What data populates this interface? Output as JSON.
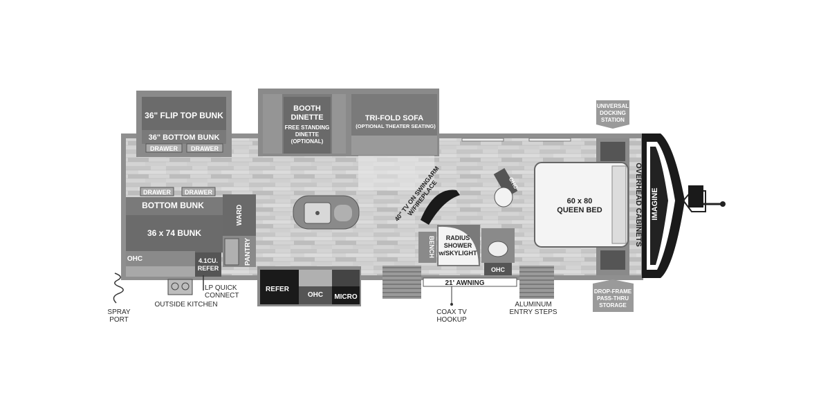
{
  "labels": {
    "flip_top_bunk": "36\" FLIP TOP BUNK",
    "bottom_bunk_36": "36\" BOTTOM BUNK",
    "drawer": "DRAWER",
    "bottom_bunk": "BOTTOM BUNK",
    "bunk_36x74": "36 x 74 BUNK",
    "ward": "WARD",
    "pantry": "PANTRY",
    "ohc": "OHC",
    "refer_41": [
      "4.1CU.",
      "REFER"
    ],
    "refer": "REFER",
    "micro": "MICRO",
    "booth_dinette": [
      "BOOTH",
      "DINETTE"
    ],
    "free_standing": [
      "FREE STANDING",
      "DINETTE",
      "(OPTIONAL)"
    ],
    "trifold_sofa": "TRI-FOLD SOFA",
    "theater_seating": "(OPTIONAL THEATER SEATING)",
    "tv_swingarm": [
      "40\" TV ON SWINGARM",
      "W/FIREPLACE"
    ],
    "bench": "BENCH",
    "radius_shower": [
      "RADIUS",
      "SHOWER",
      "w/SKYLIGHT"
    ],
    "awning": "21' AWNING",
    "queen_bed": [
      "60 x 80",
      "QUEEN BED"
    ],
    "overhead_cabinets": "OVERHEAD CABINETS",
    "brand": "IMAGINE",
    "universal_docking": [
      "UNIVERSAL",
      "DOCKING",
      "STATION"
    ],
    "drop_frame": [
      "DROP-FRAME",
      "PASS-THRU",
      "STORAGE"
    ],
    "spray_port": [
      "SPRAY",
      "PORT"
    ],
    "outside_kitchen": "OUTSIDE KITCHEN",
    "lp_quick": [
      "LP QUICK",
      "CONNECT"
    ],
    "coax_tv": [
      "COAX TV",
      "HOOKUP"
    ],
    "aluminum_steps": [
      "ALUMINUM",
      "ENTRY STEPS"
    ]
  },
  "icons": [
    "wood-floor",
    "kitchen-sink",
    "toilet",
    "sink",
    "hitch",
    "entry-steps",
    "stove",
    "grill"
  ]
}
